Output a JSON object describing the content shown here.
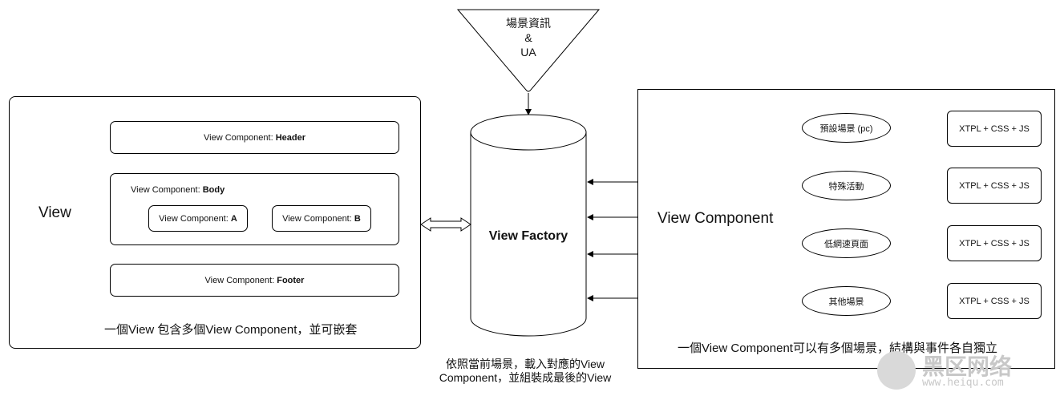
{
  "input_triangle": {
    "line1": "場景資訊",
    "line2": "&",
    "line3": "UA"
  },
  "view_panel": {
    "title": "View",
    "header": {
      "prefix": "View Component: ",
      "name": "Header"
    },
    "body": {
      "prefix": "View Component: ",
      "name": "Body",
      "children": [
        {
          "prefix": "View Component: ",
          "name": "A"
        },
        {
          "prefix": "View Component: ",
          "name": "B"
        }
      ]
    },
    "footer": {
      "prefix": "View Component: ",
      "name": "Footer"
    },
    "caption": "一個View 包含多個View Component，並可嵌套"
  },
  "factory": {
    "title": "View Factory",
    "caption_line1": "依照當前場景，載入對應的View",
    "caption_line2": "Component，並組裝成最後的View"
  },
  "component_panel": {
    "title": "View Component",
    "scenarios": [
      {
        "name": "預設場景 (pc)",
        "output": "XTPL + CSS + JS"
      },
      {
        "name": "特殊活動",
        "output": "XTPL + CSS + JS"
      },
      {
        "name": "低網速頁面",
        "output": "XTPL + CSS + JS"
      },
      {
        "name": "其他場景",
        "output": "XTPL + CSS + JS"
      }
    ],
    "caption": "一個View Component可以有多個場景，結構與事件各自獨立"
  },
  "watermark": {
    "cn": "黑区网络",
    "url": "www.heiqu.com"
  },
  "colors": {
    "line": "#000000",
    "gray_arrow": "#a6a6a6",
    "background": "#ffffff"
  }
}
